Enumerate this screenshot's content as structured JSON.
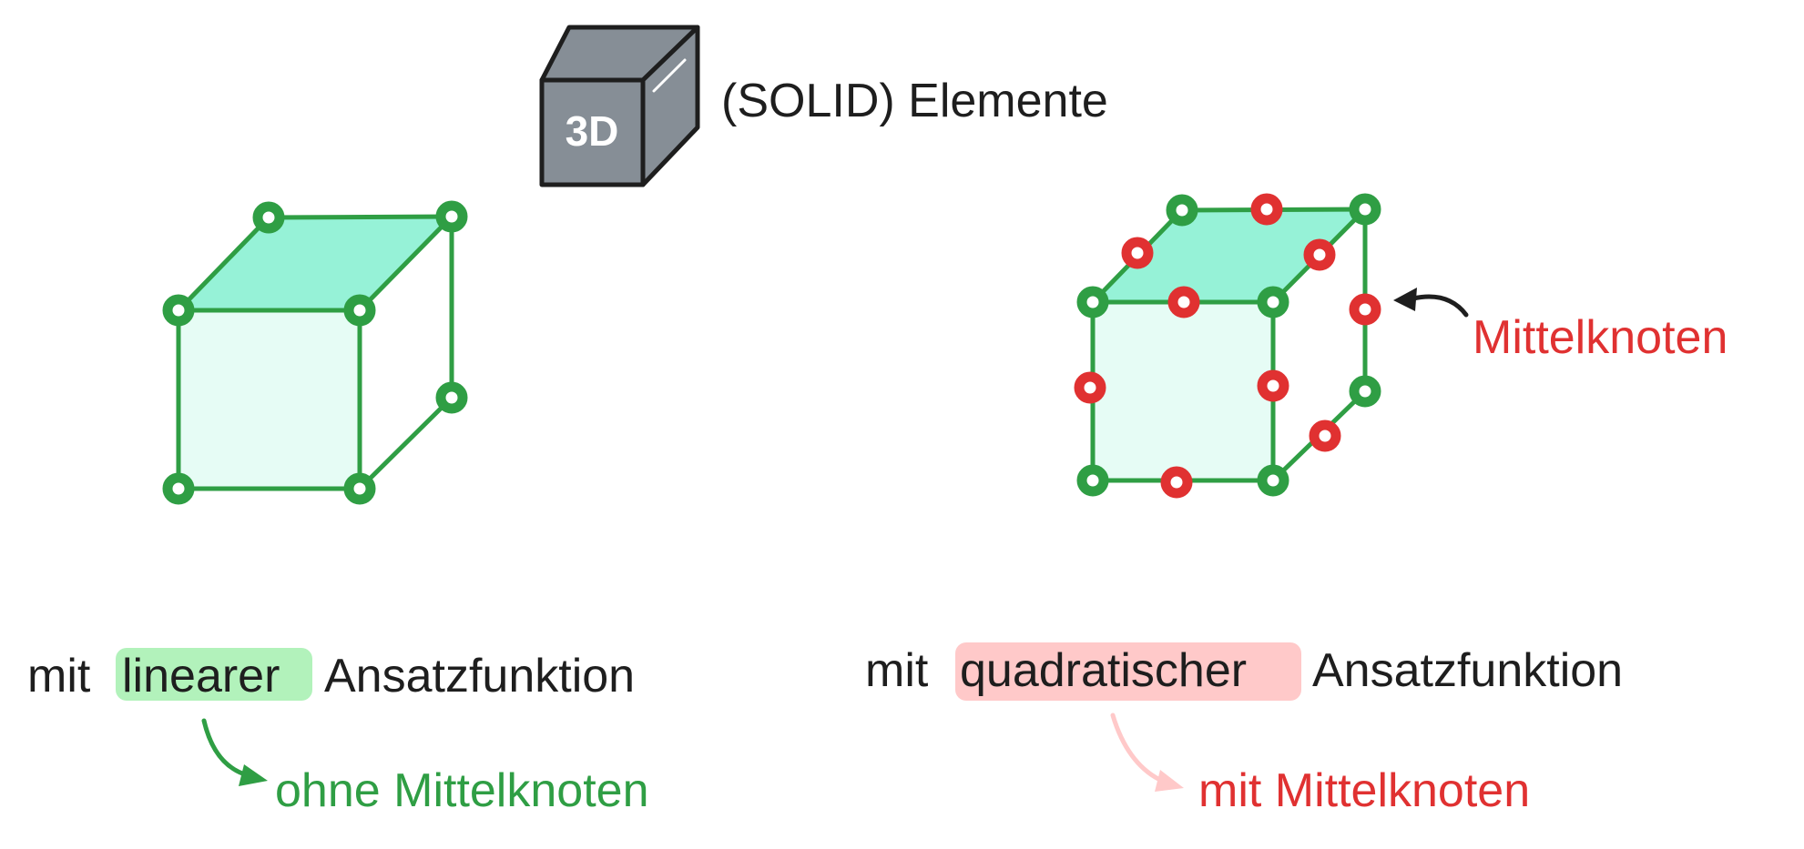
{
  "header": {
    "icon_label": "3D",
    "title": "(SOLID) Elemente"
  },
  "left": {
    "caption": {
      "prefix": "mit",
      "highlight": "linearer",
      "suffix": "Ansatzfunktion"
    },
    "note": "ohne Mittelknoten"
  },
  "right": {
    "callout": "Mittelknoten",
    "caption": {
      "prefix": "mit",
      "highlight": "quadratischer",
      "suffix": "Ansatzfunktion"
    },
    "note": "mit Mittelknoten"
  },
  "colors": {
    "edge_green": "#2f9e44",
    "node_green": "#2f9e44",
    "node_red": "#e03131",
    "top_face": "#96f2d7",
    "front_face": "#e6fcf5",
    "highlight_green": "#b2f2bb",
    "highlight_red": "#ffc9c9",
    "arrow_pink": "#ffc9c9",
    "cube_icon_fill": "#868e96",
    "text_dark": "#1e1e1e"
  },
  "icons": [
    "cube-3d-icon",
    "arrow-icon"
  ]
}
